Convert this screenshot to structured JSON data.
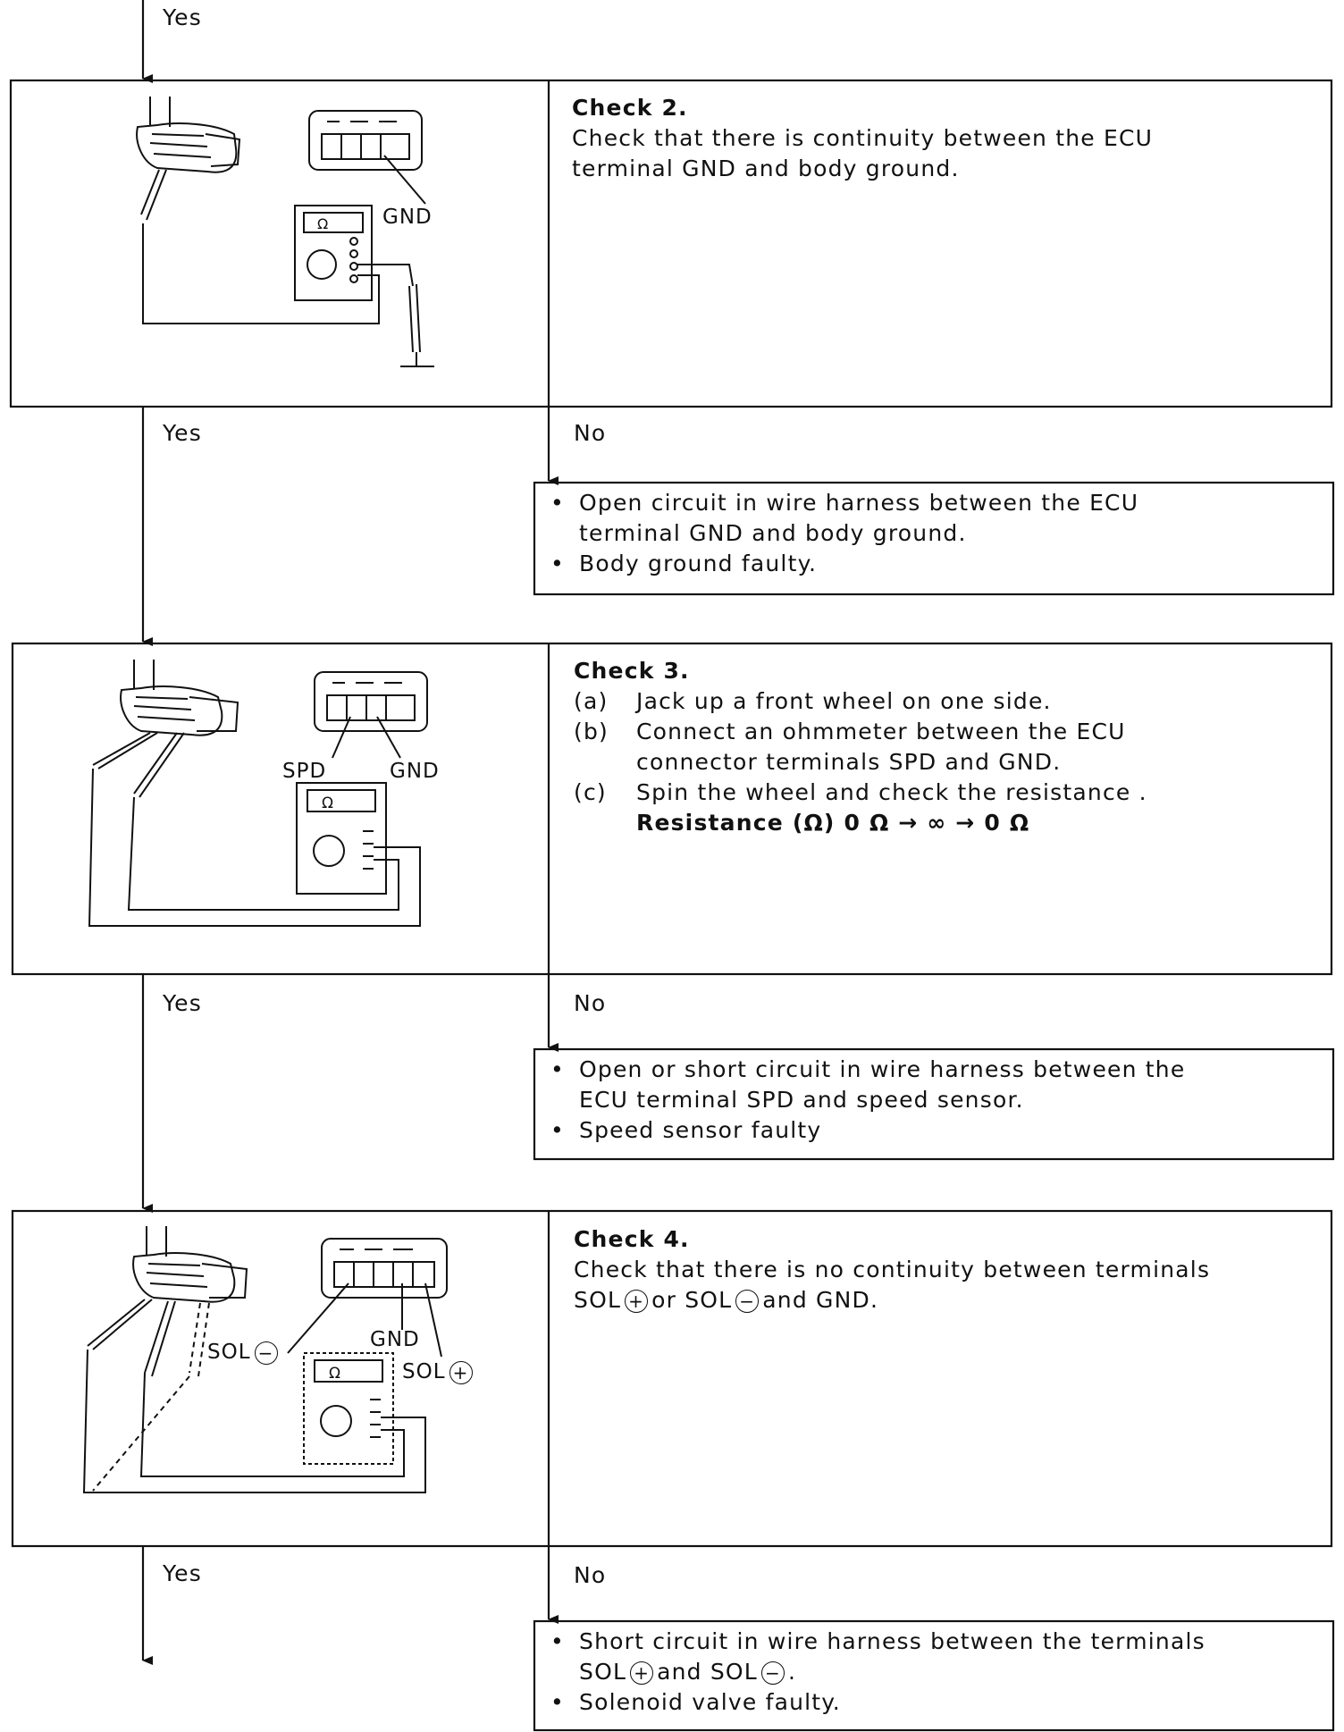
{
  "flow": {
    "top_yes": "Yes",
    "check2": {
      "title": "Check 2.",
      "lines": [
        "Check that there is continuity between the ECU",
        "terminal GND and body ground."
      ],
      "illustration": {
        "label_gnd": "GND",
        "meter_symbol": "Ω"
      },
      "yes": "Yes",
      "no": "No",
      "result": {
        "bullet": "•",
        "b1_line1": "Open circuit in wire harness between the ECU",
        "b1_line2": "terminal GND and body ground.",
        "b2": "Body ground faulty."
      }
    },
    "check3": {
      "title": "Check 3.",
      "steps": [
        {
          "mark": "(a)",
          "lines": [
            "Jack up a front wheel on one side."
          ]
        },
        {
          "mark": "(b)",
          "lines": [
            "Connect an ohmmeter between the ECU",
            "connector terminals SPD and GND."
          ]
        },
        {
          "mark": "(c)",
          "lines": [
            "Spin the wheel and check the resistance ."
          ]
        }
      ],
      "resistance": "Resistance (Ω) 0 Ω → ∞ → 0 Ω",
      "illustration": {
        "label_spd": "SPD",
        "label_gnd": "GND",
        "meter_symbol": "Ω"
      },
      "yes": "Yes",
      "no": "No",
      "result": {
        "bullet": "•",
        "b1_line1": "Open or short circuit in wire harness between the",
        "b1_line2": "ECU terminal SPD and speed sensor.",
        "b2": "Speed sensor faulty"
      }
    },
    "check4": {
      "title": "Check 4.",
      "line1": "Check that there is no continuity between terminals",
      "line2_a": "SOL",
      "line2_b": "or SOL",
      "line2_c": "and GND.",
      "plus": "+",
      "minus": "−",
      "illustration": {
        "label_sol_minus": "SOL",
        "label_gnd": "GND",
        "label_sol_plus": "SOL",
        "meter_symbol": "Ω"
      },
      "yes": "Yes",
      "no": "No",
      "result": {
        "bullet": "•",
        "b1_line1": "Short circuit in wire harness between the terminals",
        "b1_line2_a": "SOL",
        "b1_line2_b": "and SOL",
        "b1_line2_c": ".",
        "b2": "Solenoid valve faulty."
      }
    }
  }
}
